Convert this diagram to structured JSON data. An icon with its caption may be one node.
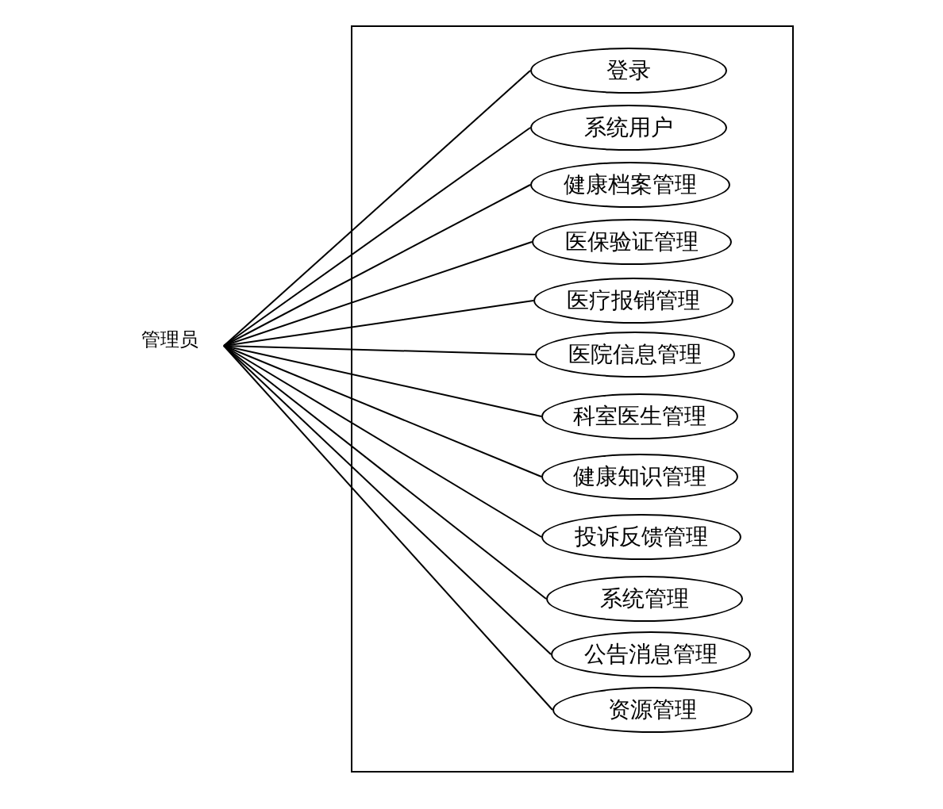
{
  "diagram": {
    "nodes": [
      {
        "text": [
          "管理员"
        ]
      },
      {
        "text": [],
        "shape": "box"
      },
      {
        "text": [
          "登录"
        ],
        "in": 1
      },
      {
        "text": [
          "系统用户"
        ],
        "in": 1
      },
      {
        "text": [
          "健康档案管理"
        ],
        "in": 1
      },
      {
        "text": [
          "医保验证管理"
        ],
        "in": 1
      },
      {
        "text": [
          "医疗报销管理"
        ],
        "in": 1
      },
      {
        "text": [
          "医院信息管理"
        ],
        "in": 1
      },
      {
        "text": [
          "科室医生管理"
        ],
        "in": 1
      },
      {
        "text": [
          "健康知识管理"
        ],
        "in": 1
      },
      {
        "text": [
          "投诉反馈管理"
        ],
        "in": 1
      },
      {
        "text": [
          "系统管理"
        ],
        "in": 1
      },
      {
        "text": [
          "公告消息管理"
        ],
        "in": 1
      },
      {
        "text": [
          "资源管理"
        ],
        "in": 1
      }
    ],
    "edges": [
      {
        "from": 0,
        "to": 2,
        "arrow": "none"
      },
      {
        "from": 0,
        "to": 3,
        "arrow": "none"
      },
      {
        "from": 0,
        "to": 4,
        "arrow": "none"
      },
      {
        "from": 0,
        "to": 5,
        "arrow": "none"
      },
      {
        "from": 0,
        "to": 6,
        "arrow": "none"
      },
      {
        "from": 0,
        "to": 7,
        "arrow": "none"
      },
      {
        "from": 0,
        "to": 8,
        "arrow": "none"
      },
      {
        "from": 0,
        "to": 9,
        "arrow": "none"
      },
      {
        "from": 0,
        "to": 10,
        "arrow": "none"
      },
      {
        "from": 0,
        "to": 11,
        "arrow": "none"
      },
      {
        "from": 0,
        "to": 12,
        "arrow": "none"
      },
      {
        "from": 0,
        "to": 13,
        "arrow": "none"
      }
    ]
  }
}
